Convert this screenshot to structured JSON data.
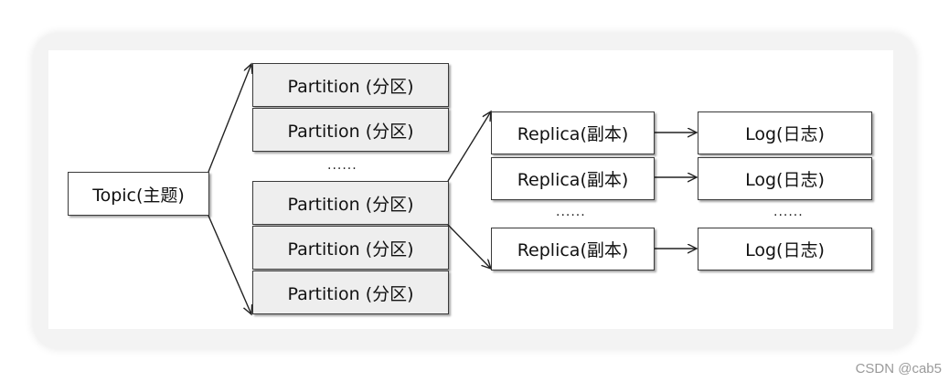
{
  "diagram": {
    "topic": "Topic(主题)",
    "partition": "Partition (分区)",
    "replica": "Replica(副本)",
    "log": "Log(日志)",
    "ellipsis": "......"
  },
  "watermark": "CSDN @cab5",
  "colors": {
    "box_border": "#3a3a3a",
    "partition_fill": "#eeeeee",
    "card_background": "#f3f3f3"
  }
}
